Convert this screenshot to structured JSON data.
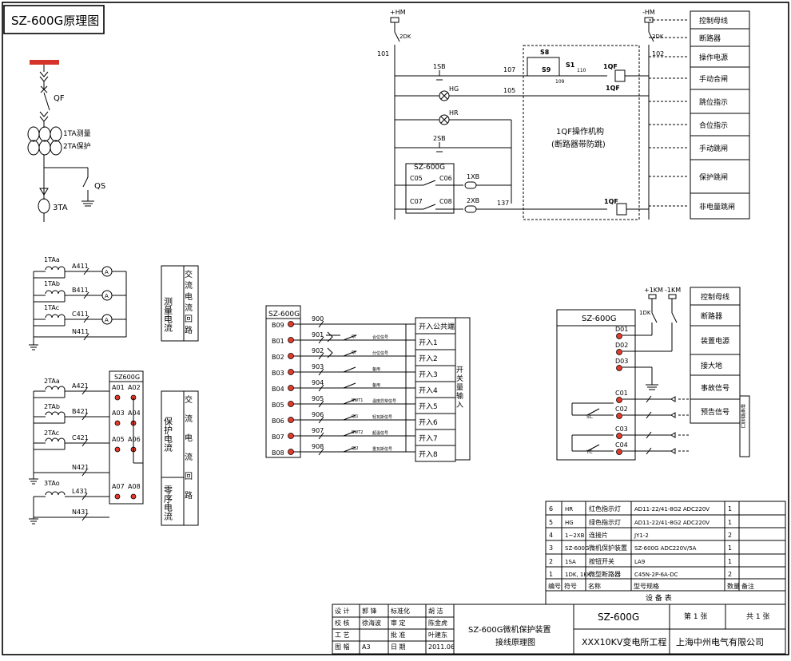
{
  "title": "SZ-600G原理图",
  "bus_labels": {
    "pos_hm": "+HM",
    "neg_hm": "-HM",
    "pos_km": "+1KM",
    "neg_km": "-1KM",
    "k_2dk_l": "2DK",
    "k_2dk_r": "2DK",
    "k_1dk": "1DK"
  },
  "wire_numbers": {
    "w101": "101",
    "w102": "102",
    "w107": "107",
    "w105": "105",
    "w137": "137",
    "w110": "110",
    "w109": "109"
  },
  "ctrl_parts": {
    "sb1": "1SB",
    "hg": "HG",
    "hr": "HR",
    "sb2": "2SB",
    "xb1": "1XB",
    "xb2": "2XB",
    "s8": "S8",
    "s9": "S9",
    "s1": "S1",
    "qf1": "1QF",
    "qf2": "1QF",
    "qf3": "1QF",
    "dev": "SZ-600G",
    "c05": "C05",
    "c06": "C06",
    "c07": "C07",
    "c08": "C08",
    "mech1": "1QF操作机构",
    "mech2": "(断路器带防跳)"
  },
  "legend_right": [
    "控制母线",
    "断路器",
    "操作电源",
    "手动合闸",
    "跳位指示",
    "合位指示",
    "手动跳闸",
    "保护跳闸",
    "非电量跳闸"
  ],
  "primary": {
    "qf": "QF",
    "ta1": "1TA测量",
    "ta2": "2TA保护",
    "qs": "QS",
    "ta3": "3TA"
  },
  "meas": {
    "ta_a": "1TAa",
    "ta_b": "1TAb",
    "ta_c": "1TAc",
    "a": "A411",
    "b": "B411",
    "c": "C411",
    "n": "N411",
    "label1": "测量电流",
    "label2": "交流电流回路"
  },
  "prot": {
    "dev": "SZ600G",
    "ta_a": "2TAa",
    "ta_b": "2TAb",
    "ta_c": "2TAc",
    "a": "A421",
    "b": "B421",
    "c": "C421",
    "n": "N421",
    "ta_o": "3TAo",
    "l": "L431",
    "n2": "N431",
    "label1": "保护电流",
    "label2": "零序电流",
    "label3": "交流电流回路",
    "terms": [
      "A01",
      "A02",
      "A03",
      "A04",
      "A05",
      "A06",
      "A07",
      "A08"
    ]
  },
  "binary": {
    "dev": "SZ-600G",
    "terms": [
      "B09",
      "B01",
      "B02",
      "B03",
      "B04",
      "B05",
      "B06",
      "B07",
      "B08"
    ],
    "wires": [
      "900",
      "901",
      "902",
      "903",
      "904",
      "905",
      "906",
      "907",
      "908"
    ],
    "sigs": [
      "合位信号",
      "分位信号",
      "备用",
      "备用",
      "温度异常信号",
      "轻瓦斯信号",
      "超温信号",
      "重瓦斯信号"
    ],
    "contacts": [
      "QF",
      "QF",
      "",
      "",
      "BWT1",
      "QJ1",
      "BWT2",
      "QJ2"
    ],
    "inputs": [
      "开入公共端",
      "开入1",
      "开入2",
      "开入3",
      "开入4",
      "开入5",
      "开入6",
      "开入7",
      "开入8"
    ],
    "side": "开关量输入"
  },
  "power": {
    "dev": "SZ-600G",
    "terms": [
      "D01",
      "D02",
      "D03",
      "C01",
      "C02",
      "C03",
      "C04"
    ],
    "sc": "SC",
    "yc": "YC",
    "legend": [
      "控制母线",
      "断路器",
      "装置电源",
      "接大地",
      "事故信号",
      "预告信号"
    ],
    "side": "继电器出口"
  },
  "bom": {
    "rows": [
      [
        "6",
        "HR",
        "红色指示灯",
        "AD11-22/41-8G2  ADC220V",
        "1",
        ""
      ],
      [
        "5",
        "HG",
        "绿色指示灯",
        "AD11-22/41-8G2  ADC220V",
        "1",
        ""
      ],
      [
        "4",
        "1~2XB",
        "连接片",
        "JY1-2",
        "2",
        ""
      ],
      [
        "3",
        "SZ-600G",
        "微机保护装置",
        "SZ-600G  ADC220V/5A",
        "1",
        ""
      ],
      [
        "2",
        "1SA",
        "按钮开关",
        "LA9",
        "1",
        ""
      ],
      [
        "1",
        "1DK, 1KK",
        "微型断路器",
        "C45N-2P-6A-DC",
        "2",
        ""
      ]
    ],
    "header": [
      "编号",
      "符号",
      "名称",
      "型号规格",
      "数量",
      "备注"
    ],
    "caption": "设  备  表"
  },
  "titleblock": {
    "cells": [
      [
        "设  计",
        "郭 锋",
        "标准化",
        "胡 洁"
      ],
      [
        "校  核",
        "徐海波",
        "审  定",
        "陈金虎"
      ],
      [
        "工  艺",
        "",
        "批  准",
        "叶建东"
      ],
      [
        "图  幅",
        "A3",
        "日  期",
        "2011.06"
      ]
    ],
    "drawing_title": "SZ-600G微机保护装置接线原理图",
    "model": "SZ-600G",
    "project": "XXX10KV变电所工程",
    "sheet": "第 1 张",
    "total": "共 1 张",
    "company": "上海中州电气有限公司"
  }
}
